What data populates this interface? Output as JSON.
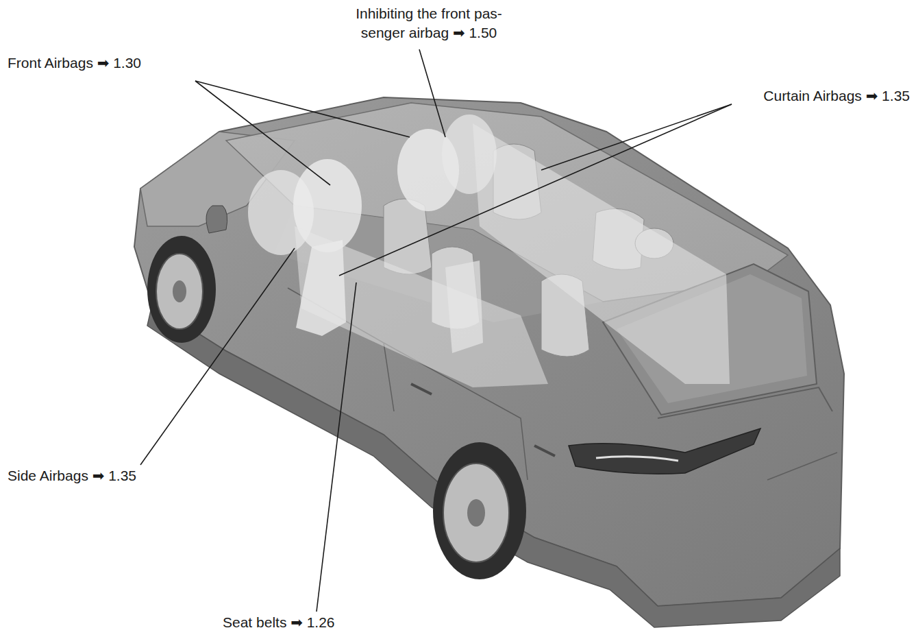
{
  "diagram": {
    "labels": [
      "Inhibiting the front pas- senger airbag ➡ 1.50",
      "Front Airbags ➡ 1.30",
      "Curtain Airbags ➡ 1.35",
      "Side Airbags ➡ 1.35",
      "Seat belts ➡ 1.26"
    ]
  }
}
